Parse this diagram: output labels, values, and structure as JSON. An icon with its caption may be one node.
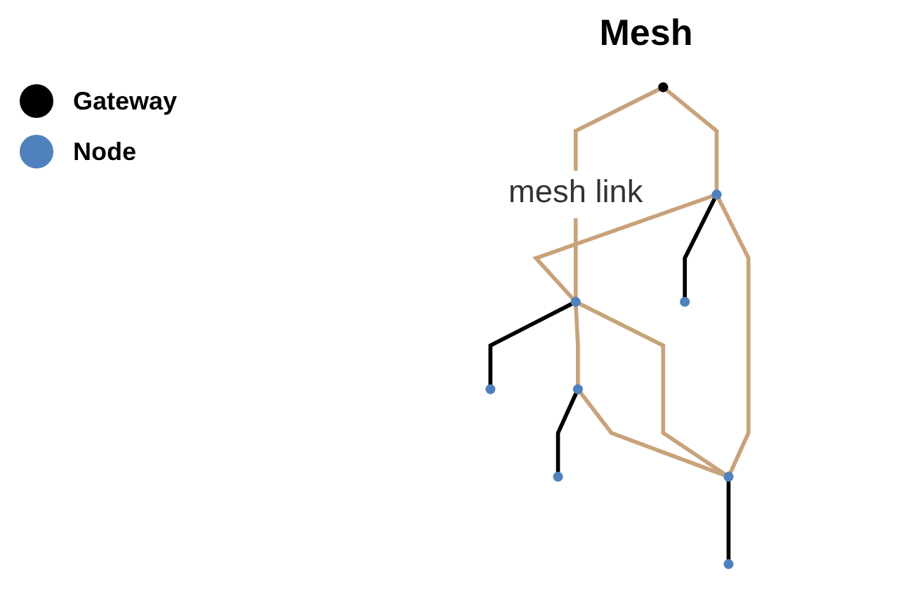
{
  "diagram": {
    "title": "Mesh",
    "nodes": [
      {
        "text": [],
        "shape": "circle"
      },
      {
        "text": [],
        "shape": "circle"
      },
      {
        "text": [],
        "shape": "circle"
      },
      {
        "text": [],
        "shape": "circle"
      },
      {
        "text": [],
        "shape": "circle"
      },
      {
        "text": [],
        "shape": "circle"
      },
      {
        "text": [],
        "shape": "circle"
      },
      {
        "text": [],
        "shape": "circle"
      },
      {
        "text": [],
        "shape": "circle"
      }
    ],
    "edges": [
      {
        "from": 0,
        "to": 1,
        "arrow": "none"
      },
      {
        "from": 0,
        "to": 2,
        "arrow": "none",
        "label": "mesh link"
      },
      {
        "from": 1,
        "to": 2,
        "arrow": "none"
      },
      {
        "from": 2,
        "to": 3,
        "arrow": "none",
        "color": "#000000"
      },
      {
        "from": 1,
        "to": 4,
        "arrow": "none",
        "color": "#000000"
      },
      {
        "from": 1,
        "to": 7,
        "arrow": "none"
      },
      {
        "from": 2,
        "to": 7,
        "arrow": "none"
      },
      {
        "from": 2,
        "to": 5,
        "arrow": "none"
      },
      {
        "from": 5,
        "to": 7,
        "arrow": "none"
      },
      {
        "from": 5,
        "to": 6,
        "arrow": "none",
        "color": "#000000"
      },
      {
        "from": 7,
        "to": 8,
        "arrow": "none",
        "color": "#000000"
      }
    ],
    "legend": [
      {
        "text": "Gateway",
        "color": "#000000"
      },
      {
        "text": "Node",
        "color": "#4f81bd"
      }
    ]
  }
}
